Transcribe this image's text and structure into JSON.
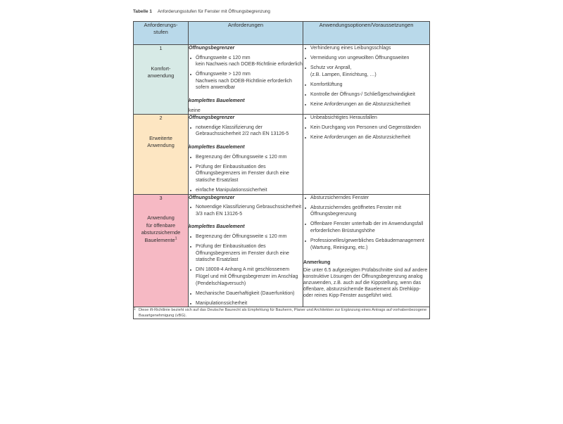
{
  "caption": {
    "label": "Tabelle 1",
    "text": "Anforderungsstufen für Fenster mit Öffnungsbegrenzung"
  },
  "colors": {
    "header_bg": "#b9d9ea",
    "level1_bg": "#d7eae6",
    "level2_bg": "#fde6c2",
    "level3_bg": "#f6b9c4",
    "border": "#4a4a4a",
    "text": "#3b3b3b"
  },
  "table": {
    "headers": [
      "Anforderungs-\nstufen",
      "Anforderungen",
      "Anwendungsoptionen/Voraussetzungen"
    ],
    "rows": [
      {
        "level_number": "1",
        "level_name": "Komfort-\nanwendung",
        "level_name_sup": "",
        "requirements": {
          "group1_title": "Öffnungsbegrenzer",
          "group1_items": [
            "Öffnungsweite ≤ 120 mm\nkein Nachweis nach DOEB-Richtlinie erforderlich",
            "Öffnungsweite > 120 mm\nNachweis nach DOEB-Richtlinie erforderlich sofern anwendbar"
          ],
          "group2_title": "komplettes Bauelement",
          "group2_plain": "keine",
          "group2_items": []
        },
        "options": [
          "Verhinderung eines Leibungsschlags",
          "Vermeidung von ungewollten Öffnungsweiten",
          "Schutz vor Anprall,\n(z.B. Lampen, Einrichtung, …)",
          "Komfortlüftung",
          "Kontrolle der Öffnungs-/ Schließgeschwindigkeit",
          "Keine Anforderungen an die Absturzsicherheit"
        ],
        "note": null
      },
      {
        "level_number": "2",
        "level_name": "Erweiterte\nAnwendung",
        "level_name_sup": "",
        "requirements": {
          "group1_title": "Öffnungsbegrenzer",
          "group1_items": [
            "notwendige Klassifizierung der Gebrauchssicherheit 2/2 nach EN 13126-5"
          ],
          "group2_title": "komplettes Bauelement",
          "group2_plain": "",
          "group2_items": [
            "Begrenzung der Öffnungsweite ≤ 120 mm",
            "Prüfung der Einbausituation des Öffnungsbegrenzers im Fenster durch eine statische Ersatzlast",
            "einfache Manipulationssicherheit"
          ]
        },
        "options": [
          "Unbeabsichtigtes Herausfallen",
          "Kein Durchgang von Personen und Gegenständen",
          "Keine Anforderungen an die Absturzsicherheit"
        ],
        "note": null
      },
      {
        "level_number": "3",
        "level_name": "Anwendung\nfür öffenbare\nabsturzsichernde\nBauelemente",
        "level_name_sup": "1",
        "requirements": {
          "group1_title": "Öffnungsbegrenzer",
          "group1_items": [
            "Notwendige Klassifizierung Gebrauchssicherheit 3/3 nach EN 13126-5"
          ],
          "group2_title": "komplettes Bauelement",
          "group2_plain": "",
          "group2_items": [
            "Begrenzung der Öffnungsweite ≤ 120 mm",
            "Prüfung der Einbausituation des Öffnungsbegrenzers im Fenster durch eine statische Ersatzlast",
            "DIN 18008-4 Anhang A mit geschlossenem Flügel und mit Öffnungsbegrenzer im Anschlag (Pendelschlagversuch)",
            "Mechanische Dauerhaftigkeit (Dauerfunktion)",
            "Manipulationssicherheit"
          ]
        },
        "options": [
          "Absturzsicherndes Fenster",
          "Absturzsicherndes geöffnetes Fenster mit Öffnungsbegrenzung",
          "Offenbare Fenster unterhalb der im Anwendungsfall erforderlichen Brüstungshöhe",
          "Professionelles/gewerbliches Gebäudemanagement (Wartung, Reinigung, etc.)"
        ],
        "note": {
          "title": "Anmerkung",
          "text": "Die unter 6.5 aufgezeigten Prüfabschnitte sind auf andere konstruktive Lösungen der Öffnungsbegrenzung analog anzuwenden, z.B. auch auf die Kippstellung, wenn das öffenbare, absturzsichernde Bauelement als Drehkipp- oder reines Kipp-Fenster ausgeführt wird."
        }
      }
    ],
    "footnote": {
      "mark": "1",
      "text": "Diese ift-Richtlinie bezieht sich auf das Deutsche Baurecht als Empfehlung für Bauherrn, Planer und Architekten zur Ergänzung eines Antrags auf vorhabenbezogene Bauartgenehmigung (vBG)."
    }
  }
}
